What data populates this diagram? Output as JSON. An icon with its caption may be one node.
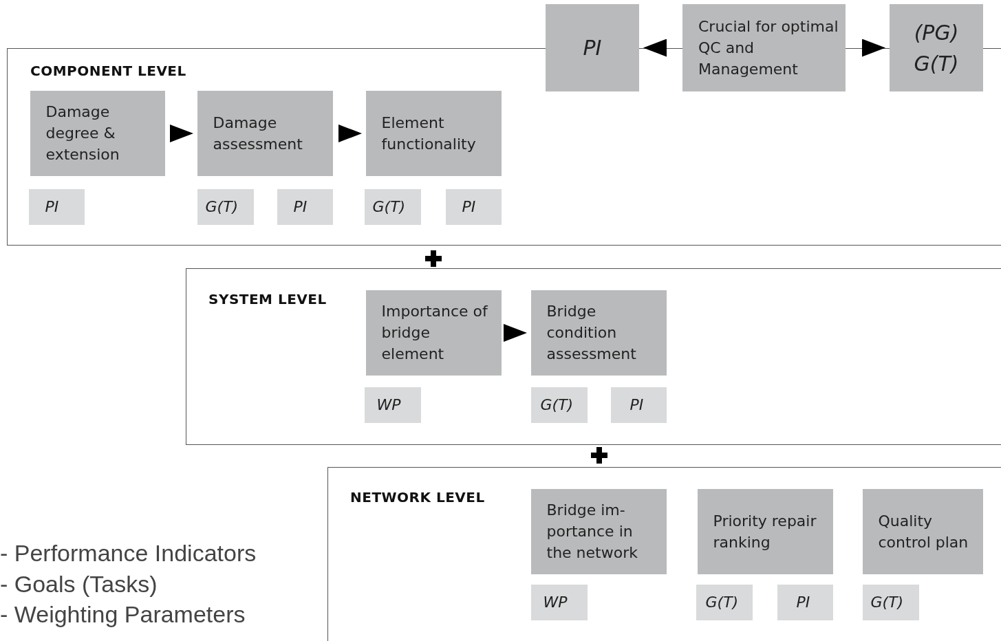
{
  "diagram": {
    "nodes": [
      {
        "text": [
          "COMPONENT LEVEL"
        ]
      },
      {
        "text": [
          "Damage degree & extension"
        ],
        "in": 0
      },
      {
        "text": [
          "Damage assessment"
        ],
        "in": 0
      },
      {
        "text": [
          "Element functionality"
        ],
        "in": 0
      },
      {
        "text": [
          "PI"
        ],
        "in": 0
      },
      {
        "text": [
          "G(T)"
        ],
        "in": 0
      },
      {
        "text": [
          "PI"
        ],
        "in": 0
      },
      {
        "text": [
          "G(T)"
        ],
        "in": 0
      },
      {
        "text": [
          "PI"
        ],
        "in": 0
      },
      {
        "text": [
          "SYSTEM LEVEL"
        ]
      },
      {
        "text": [
          "Importance of bridge element"
        ],
        "in": 9
      },
      {
        "text": [
          "Bridge condition assessment"
        ],
        "in": 9
      },
      {
        "text": [
          "WP"
        ],
        "in": 9
      },
      {
        "text": [
          "G(T)"
        ],
        "in": 9
      },
      {
        "text": [
          "PI"
        ],
        "in": 9
      },
      {
        "text": [
          "NETWORK LEVEL"
        ]
      },
      {
        "text": [
          "Bridge im- portance in the network"
        ],
        "in": 15
      },
      {
        "text": [
          "Priority repair ranking"
        ],
        "in": 15
      },
      {
        "text": [
          "Quality control plan"
        ],
        "in": 15
      },
      {
        "text": [
          "WP"
        ],
        "in": 15
      },
      {
        "text": [
          "G(T)"
        ],
        "in": 15
      },
      {
        "text": [
          "PI"
        ],
        "in": 15
      },
      {
        "text": [
          "G(T)"
        ],
        "in": 15
      },
      {
        "text": [
          "PI"
        ]
      },
      {
        "text": [
          "Crucial for optimal QC and Management"
        ]
      },
      {
        "text": [
          "(PG) G(T)"
        ]
      }
    ],
    "edges": [
      {
        "from": 1,
        "to": 2,
        "arrow": "to"
      },
      {
        "from": 2,
        "to": 3,
        "arrow": "to"
      },
      {
        "from": 10,
        "to": 11,
        "arrow": "to"
      },
      {
        "from": 24,
        "to": 23,
        "arrow": "to"
      },
      {
        "from": 24,
        "to": 25,
        "arrow": "to"
      }
    ],
    "labels": [
      "- Performance Indicators",
      "- Goals (Tasks)",
      "- Weighting Parameters"
    ]
  }
}
